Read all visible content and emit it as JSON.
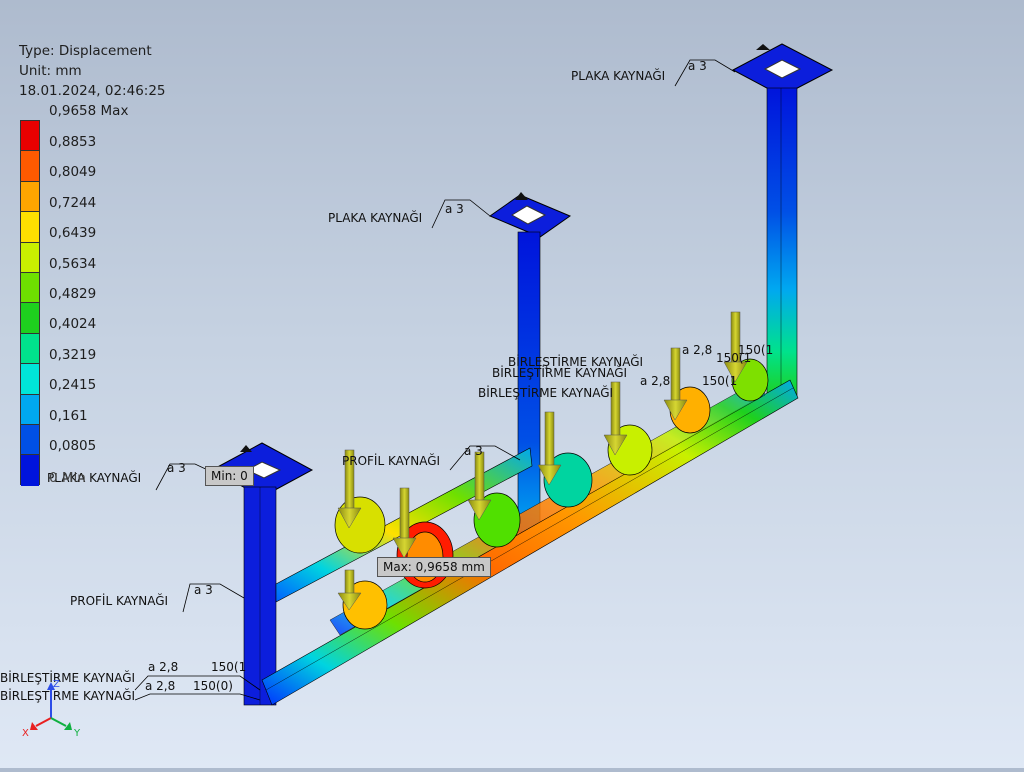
{
  "legend": {
    "type": "Type: Displacement",
    "unit": "Unit: mm",
    "timestamp": "18.01.2024, 02:46:25",
    "max_label": "0,9658 Max",
    "values": [
      "0,8853",
      "0,8049",
      "0,7244",
      "0,6439",
      "0,5634",
      "0,4829",
      "0,4024",
      "0,3219",
      "0,2415",
      "0,161",
      "0,0805"
    ],
    "min_label": "0 Min",
    "colors": [
      "#e80000",
      "#ff5a00",
      "#ffa500",
      "#ffe000",
      "#c8f000",
      "#6ee000",
      "#1ed01e",
      "#00e28c",
      "#00e6d8",
      "#00a8f0",
      "#0050e6",
      "#0014dc"
    ]
  },
  "probes": {
    "min": "Min: 0",
    "max": "Max: 0,9658 mm"
  },
  "annotations": {
    "plaka_kaynagi": "PLAKA KAYNAĞI",
    "profil_kaynagi": "PROFİL KAYNAĞI",
    "birlestirme_kaynagi": "BİRLEŞTİRME KAYNAĞI",
    "a3": "a 3",
    "a28": "a 2,8",
    "weld_len": "150(1",
    "weld_len2": "150(0)"
  },
  "triad": {
    "x": "X",
    "y": "Y",
    "z": "Z"
  }
}
